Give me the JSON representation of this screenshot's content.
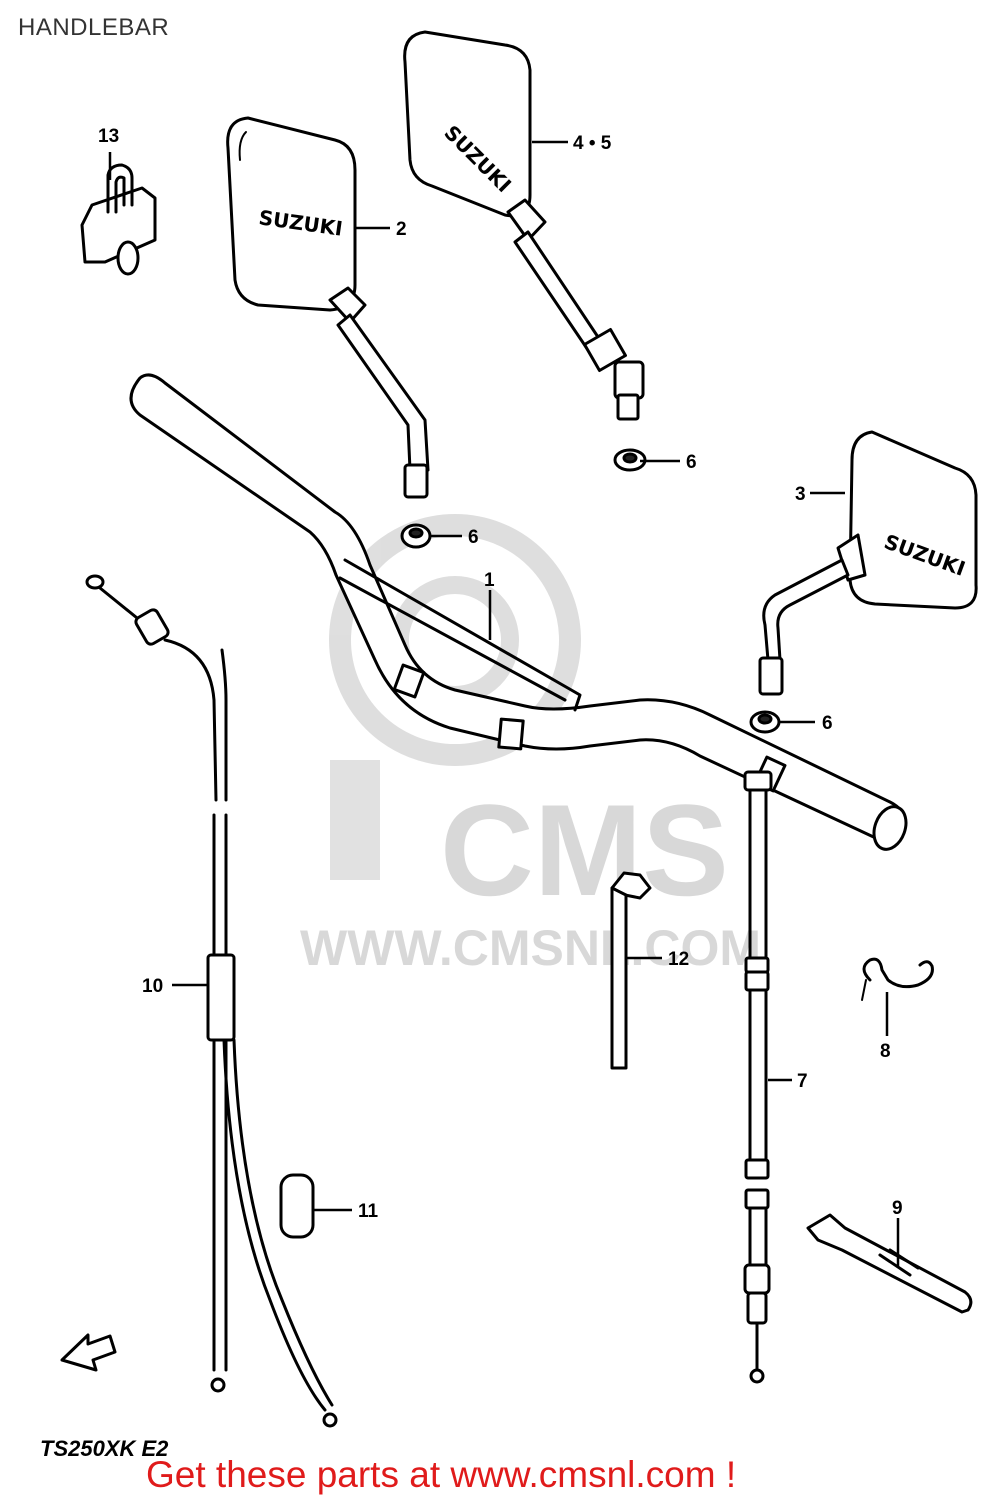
{
  "title": "HANDLEBAR",
  "model_code": "TS250XK E2",
  "footer": "Get these parts at www.cmsnl.com !",
  "watermark": {
    "brand": "CMS",
    "url": "WWW.CMSNL.COM"
  },
  "mirror_brand": "SUZUKI",
  "callouts": {
    "handlebar": "1",
    "mirror_left": "2",
    "mirror_right": "3",
    "mirror_upper": "4 • 5",
    "nut_a": "6",
    "nut_b": "6",
    "nut_c": "6",
    "throttle_cable": "7",
    "cable_clip": "8",
    "cable_band": "9",
    "clutch_cable": "10",
    "cable_cap": "11",
    "cable_guide": "12",
    "holder": "13"
  },
  "colors": {
    "footer": "#e01b1b",
    "watermark": "#d2d2d2",
    "line": "#000000"
  }
}
